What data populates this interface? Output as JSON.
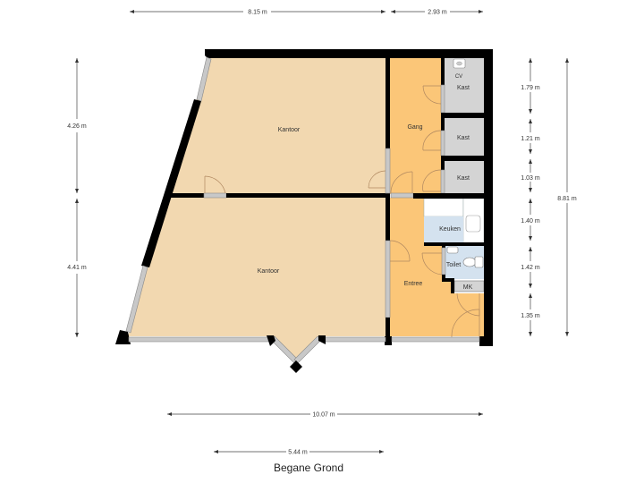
{
  "title": "Begane Grond",
  "colors": {
    "office_floor": "#f2d8b0",
    "hall_floor": "#fbc678",
    "storage_floor": "#d4d4d4",
    "wet_floor": "#d4e2ef",
    "wall": "#000000",
    "window": "#c8c8c8"
  },
  "rooms": {
    "kantoor_top": "Kantoor",
    "kantoor_bottom": "Kantoor",
    "gang": "Gang",
    "kast_1": "Kast",
    "kast_2": "Kast",
    "kast_3": "Kast",
    "cv": "CV",
    "keuken": "Keuken",
    "toilet": "Toilet",
    "mk": "MK",
    "entree": "Entree"
  },
  "dimensions": {
    "top_left": "8.15 m",
    "top_right": "2.93 m",
    "left_upper": "4.26 m",
    "left_lower": "4.41 m",
    "right_1": "1.79 m",
    "right_2": "1.21 m",
    "right_3": "1.03 m",
    "right_4": "1.40 m",
    "right_5": "1.42 m",
    "right_6": "1.35 m",
    "right_total": "8.81 m",
    "bottom_total": "10.07 m",
    "bottom_bay": "5.44 m"
  }
}
